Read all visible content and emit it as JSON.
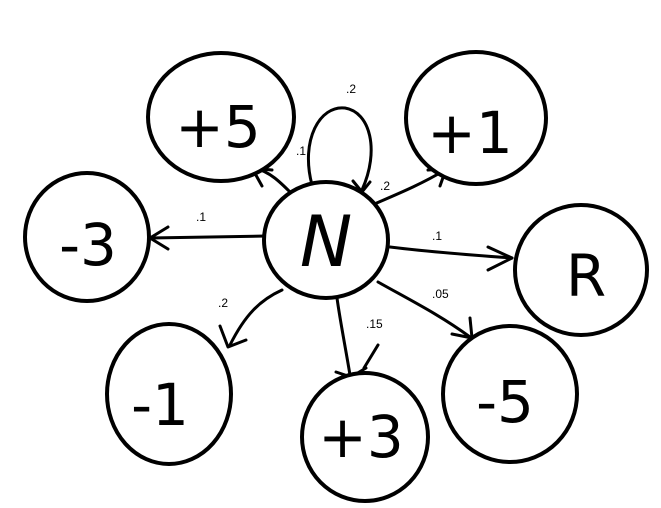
{
  "diagram": {
    "center_node": {
      "label": "N"
    },
    "nodes": [
      {
        "id": "plus5",
        "label": "+5"
      },
      {
        "id": "plus1",
        "label": "+1"
      },
      {
        "id": "minus3",
        "label": "-3"
      },
      {
        "id": "r",
        "label": "R"
      },
      {
        "id": "minus1",
        "label": "-1"
      },
      {
        "id": "plus3",
        "label": "+3"
      },
      {
        "id": "minus5",
        "label": "-5"
      }
    ],
    "edges": [
      {
        "from": "N",
        "to": "N",
        "probability": ".2"
      },
      {
        "from": "N",
        "to": "+5",
        "probability": ".1"
      },
      {
        "from": "N",
        "to": "+1",
        "probability": ".2"
      },
      {
        "from": "N",
        "to": "-3",
        "probability": ".1"
      },
      {
        "from": "N",
        "to": "R",
        "probability": ".1"
      },
      {
        "from": "N",
        "to": "-1",
        "probability": ".2"
      },
      {
        "from": "N",
        "to": "+3",
        "probability": ".15"
      },
      {
        "from": "N",
        "to": "-5",
        "probability": ".05"
      }
    ]
  }
}
